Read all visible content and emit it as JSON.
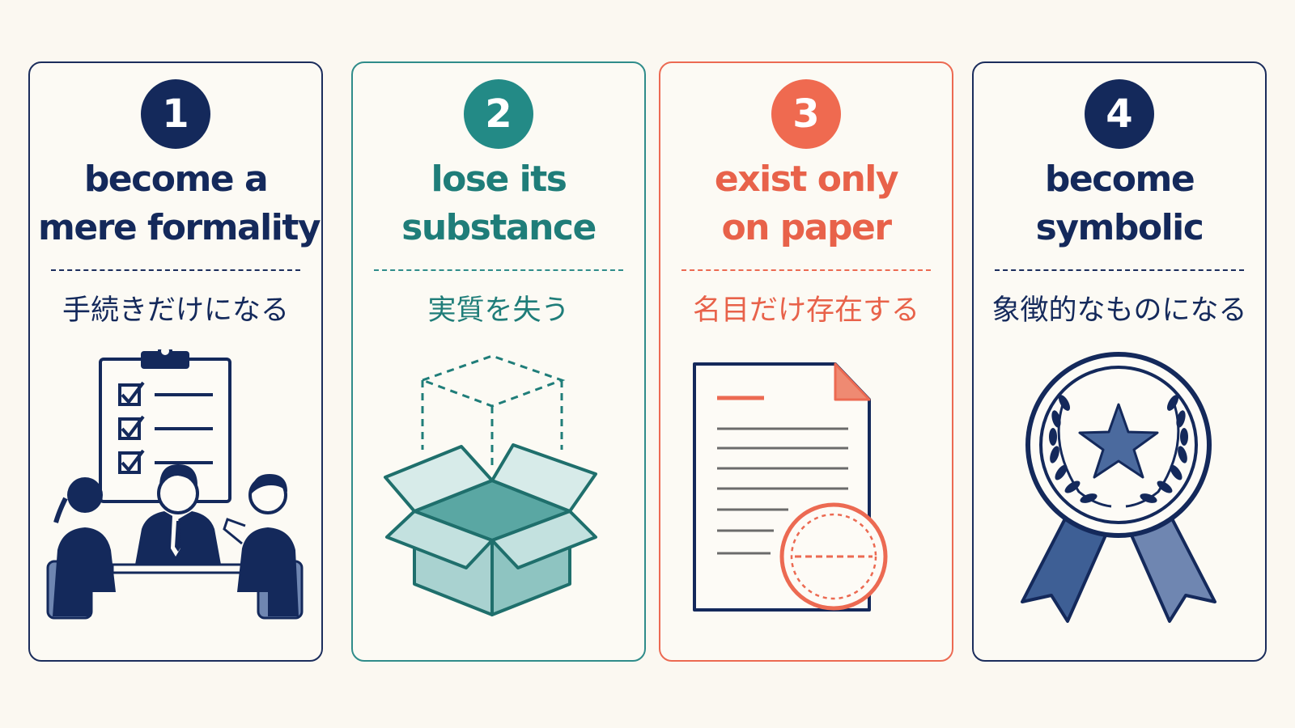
{
  "cards": [
    {
      "number": "1",
      "title_line1": "become a",
      "title_line2": "mere formality",
      "japanese": "手続きだけになる",
      "icon": "clipboard-meeting-icon",
      "color": "#14295b"
    },
    {
      "number": "2",
      "title_line1": "lose its",
      "title_line2": "substance",
      "japanese": "実質を失う",
      "icon": "empty-box-icon",
      "color": "#238a86"
    },
    {
      "number": "3",
      "title_line1": "exist only",
      "title_line2": "on paper",
      "japanese": "名目だけ存在する",
      "icon": "document-stamp-icon",
      "color": "#ef6a50"
    },
    {
      "number": "4",
      "title_line1": "become",
      "title_line2": "symbolic",
      "japanese": "象徴的なものになる",
      "icon": "award-ribbon-icon",
      "color": "#14295b"
    }
  ]
}
